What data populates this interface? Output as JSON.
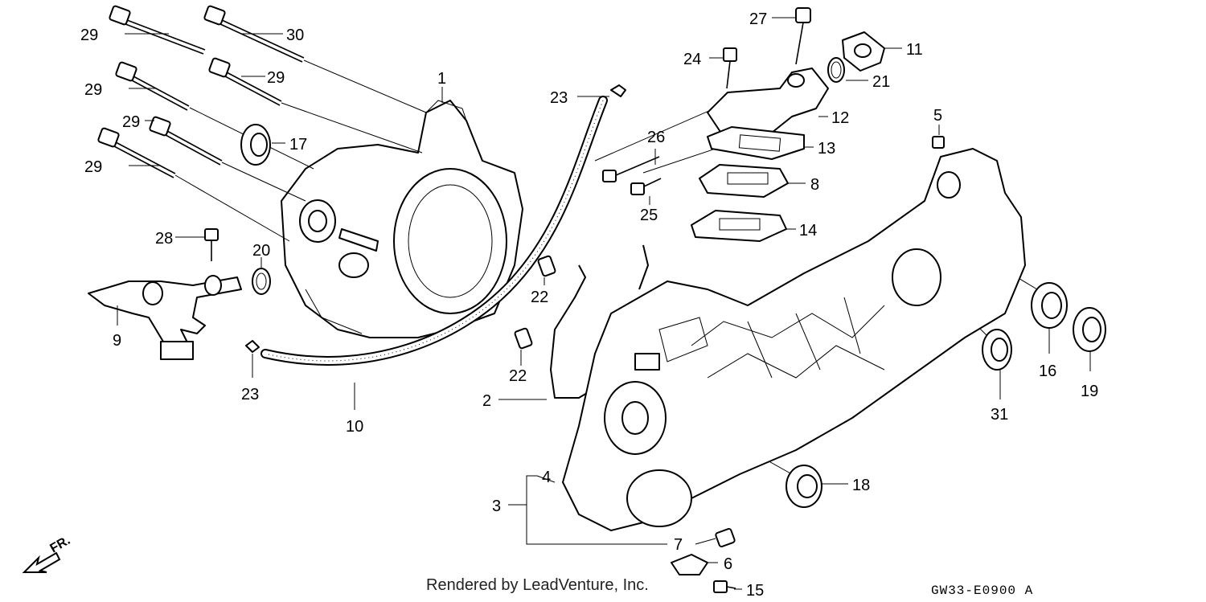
{
  "callouts": {
    "c1": "1",
    "c2": "2",
    "c3": "3",
    "c4": "4",
    "c5": "5",
    "c6": "6",
    "c7": "7",
    "c8": "8",
    "c9": "9",
    "c10": "10",
    "c11": "11",
    "c12": "12",
    "c13": "13",
    "c14": "14",
    "c15": "15",
    "c16": "16",
    "c17": "17",
    "c18": "18",
    "c19": "19",
    "c20": "20",
    "c21": "21",
    "c22a": "22",
    "c22b": "22",
    "c23a": "23",
    "c23b": "23",
    "c24": "24",
    "c25": "25",
    "c26": "26",
    "c27": "27",
    "c28": "28",
    "c29a": "29",
    "c29b": "29",
    "c29c": "29",
    "c29d": "29",
    "c29e": "29",
    "c30": "30",
    "c31": "31"
  },
  "direction_indicator": "FR.",
  "footer": {
    "credit": "Rendered by LeadVenture, Inc.",
    "diagram_code": "GW33-E0900 A"
  }
}
